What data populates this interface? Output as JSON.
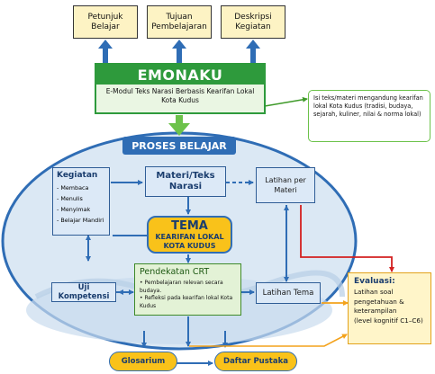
{
  "top_boxes": [
    {
      "label": "Petunjuk\nBelajar"
    },
    {
      "label": "Tujuan\nPembelajaran"
    },
    {
      "label": "Deskripsi\nKegiatan"
    }
  ],
  "emonaku": {
    "title": "EMONAKU",
    "subtitle": "E-Modul Teks Narasi Berbasis Kearifan Lokal Kota Kudus"
  },
  "isi_box": {
    "text": "Isi teks/materi mengandung kearifan lokal Kota Kudus (tradisi, budaya, sejarah, kuliner, nilai & norma lokal)"
  },
  "proses": {
    "label": "PROSES BELAJAR"
  },
  "kegiatan": {
    "title": "Kegiatan",
    "items": [
      "Membaca",
      "Menulis",
      "Menyimak",
      "Belajar Mandiri"
    ]
  },
  "materi": {
    "label": "Materi/Teks\nNarasi"
  },
  "latihan_materi": {
    "label": "Latihan per\nMateri"
  },
  "tema": {
    "title": "TEMA",
    "subtitle": "KEARIFAN LOKAL\nKOTA KUDUS"
  },
  "crt": {
    "title": "Pendekatan CRT",
    "items": [
      "Pembelajaran relevan secara budaya.",
      "Refleksi pada kearifan lokal Kota Kudus"
    ]
  },
  "uji": {
    "label": "Uji Kompetensi"
  },
  "latihan_tema": {
    "label": "Latihan Tema"
  },
  "evaluasi": {
    "title": "Evaluasi:",
    "body": "Latihan soal\npengetahuan &\nketerampilan\n(level kognitif C1–C6)"
  },
  "glosarium": {
    "label": "Glosarium"
  },
  "daftar_pustaka": {
    "label": "Daftar Pustaka"
  },
  "colors": {
    "top_fill": "#fdf3c4",
    "emonaku_green": "#2e9a3c",
    "blue_accent": "#2f6db5",
    "ellipse_fill": "#dbe8f4",
    "tema_fill": "#f9c21a",
    "evaluasi_fill": "#fff5c9",
    "red_arrow": "#d32020",
    "orange_arrow": "#f3a21b",
    "green_arrow": "#3f9a2a"
  }
}
